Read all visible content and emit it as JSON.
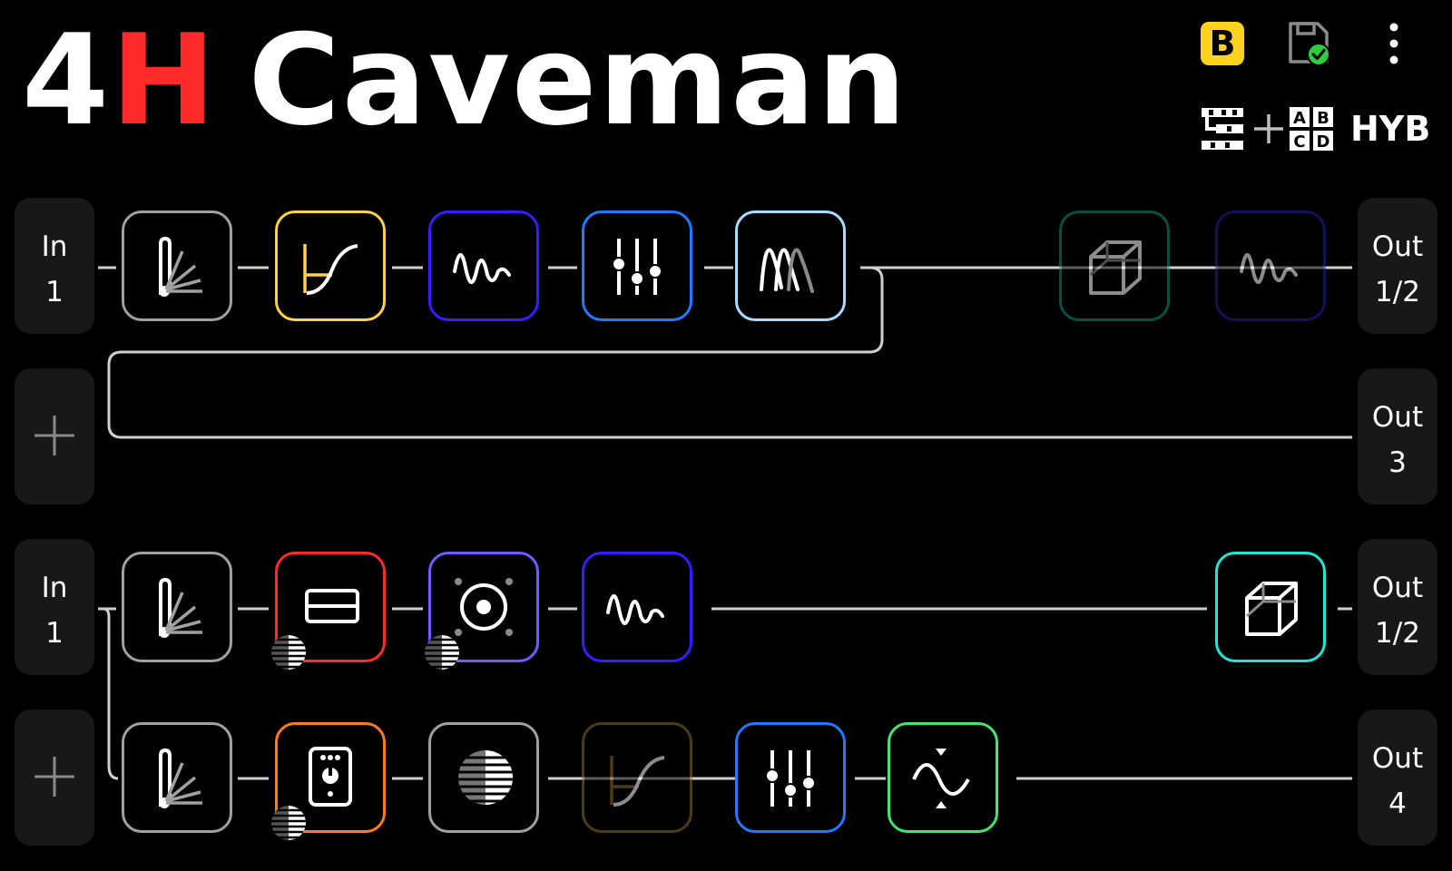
{
  "header": {
    "title_prefix_num": "4",
    "title_prefix_accent": "H",
    "preset_name": "Caveman",
    "snapshot_badge": "B",
    "mode_label": "HYB"
  },
  "colors": {
    "accent_red": "#ff2a2a",
    "snapshot_yellow": "#ffd21f",
    "saved_green": "#2ecc40",
    "wire": "#cfcfcf",
    "io_bg": "#181818"
  },
  "icons": {
    "save_status": "save-saved-icon",
    "menu": "more-vertical-icon",
    "routing": "routing-icon",
    "abcd": "abcd-grid-icon"
  },
  "inputs": [
    {
      "line1": "In",
      "line2": "1"
    },
    {
      "line1": "In",
      "line2": "1"
    }
  ],
  "outputs": [
    {
      "line1": "Out",
      "line2": "1/2"
    },
    {
      "line1": "Out",
      "line2": "3"
    },
    {
      "line1": "Out",
      "line2": "1/2"
    },
    {
      "line1": "Out",
      "line2": "4"
    }
  ],
  "abcd_letters": [
    "A",
    "B",
    "C",
    "D"
  ],
  "rows": {
    "path1a": [
      {
        "type": "input-meter",
        "color": "#a0a0a0",
        "active": true
      },
      {
        "type": "gate",
        "color": "#ffd04a",
        "active": true
      },
      {
        "type": "amp",
        "color": "#3a1bff",
        "active": true
      },
      {
        "type": "eq",
        "color": "#1e7aff",
        "active": true
      },
      {
        "type": "cab",
        "color": "#a8dcff",
        "active": true
      },
      {
        "type": "cube",
        "color": "#0f8f7a",
        "active": false
      },
      {
        "type": "amp",
        "color": "#2a1aa8",
        "active": false
      }
    ],
    "path2a": [
      {
        "type": "input-meter",
        "color": "#a0a0a0",
        "active": true
      },
      {
        "type": "pedal-rect",
        "color": "#ff2a2a",
        "active": true
      },
      {
        "type": "speaker",
        "color": "#6f5cff",
        "active": true
      },
      {
        "type": "amp",
        "color": "#3a1bff",
        "active": true
      },
      {
        "type": "cube",
        "color": "#1ee6d8",
        "active": true
      }
    ],
    "path2b": [
      {
        "type": "input-meter",
        "color": "#a0a0a0",
        "active": true
      },
      {
        "type": "stompbox",
        "color": "#ff7a1a",
        "active": true
      },
      {
        "type": "split-disc",
        "color": "#a0a0a0",
        "active": true
      },
      {
        "type": "gate",
        "color": "#8c6a2a",
        "active": false
      },
      {
        "type": "eq",
        "color": "#1e7aff",
        "active": true
      },
      {
        "type": "modulation",
        "color": "#3ee86a",
        "active": true
      }
    ]
  }
}
